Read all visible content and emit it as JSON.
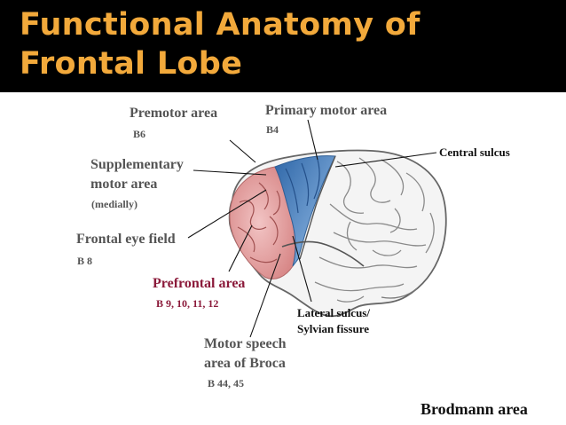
{
  "slide": {
    "title": "Functional Anatomy of Frontal Lobe"
  },
  "labels": {
    "premotor": {
      "name": "Premotor area",
      "code": "B6"
    },
    "primary_motor": {
      "name": "Primary motor area",
      "code": "B4"
    },
    "central_sulcus": "Central sulcus",
    "supplementary": {
      "line1": "Supplementary",
      "line2": "motor area",
      "note": "(medially)"
    },
    "frontal_eye": {
      "name": "Frontal eye field",
      "code": "B 8"
    },
    "prefrontal": {
      "name": "Prefrontal area",
      "code": "B 9, 10, 11, 12"
    },
    "lateral_sulcus": {
      "line1": "Lateral sulcus/",
      "line2": "Sylvian fissure"
    },
    "broca": {
      "line1": "Motor speech",
      "line2": "area of Broca",
      "code": "B 44, 45"
    },
    "brodmann": "Brodmann area"
  },
  "colors": {
    "header_bg": "#000000",
    "title": "#f2a93b",
    "prefrontal_region": "#e8a0a0",
    "motor_region": "#4a7fb8",
    "prefrontal_text": "#8b1a3a"
  }
}
